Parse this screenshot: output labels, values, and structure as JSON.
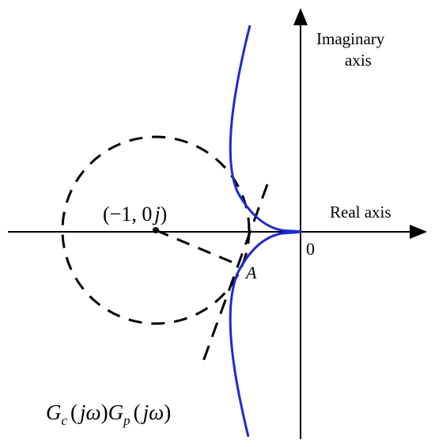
{
  "diagram": {
    "axes": {
      "real_label": "Real axis",
      "imag_label_line1": "Imaginary",
      "imag_label_line2": "axis",
      "origin_label": "0"
    },
    "critical_point": {
      "open": "(",
      "value": "−1, 0",
      "j": "j",
      "close": ")"
    },
    "point_label": "A",
    "transfer_function": {
      "Gc": "G",
      "c_sub": "c",
      "open1": "(",
      "jw1": "jω",
      "close1": ")",
      "Gp": "G",
      "p_sub": "p",
      "open2": "(",
      "jw2": "jω",
      "close2": ")"
    },
    "colors": {
      "nyquist_curve": "#1f2bd0",
      "axes": "#000000",
      "circle": "#000000"
    }
  }
}
